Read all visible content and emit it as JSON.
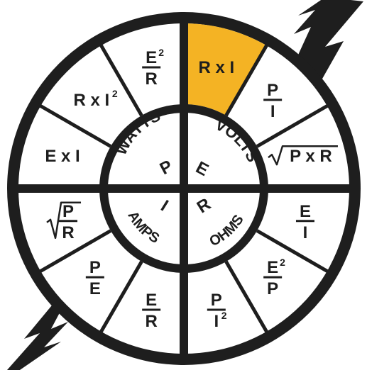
{
  "colors": {
    "ink": "#1e1e1e",
    "highlight": "#F4B324",
    "face": "#ffffff"
  },
  "quadrants": {
    "watts": {
      "word": "WATTS",
      "symbol": "P"
    },
    "volts": {
      "word": "VOLTS",
      "symbol": "E"
    },
    "amps": {
      "word": "AMPS",
      "symbol": "I"
    },
    "ohms": {
      "word": "OHMS",
      "symbol": "R"
    }
  },
  "formulas": [
    {
      "id": "r-times-i",
      "highlighted": true,
      "kind": "plain",
      "text": "R x I"
    },
    {
      "id": "p-over-i",
      "highlighted": false,
      "kind": "frac",
      "num": "P",
      "den": "I"
    },
    {
      "id": "sqrt-p-times-r",
      "highlighted": false,
      "kind": "sqrt",
      "text": "P x R"
    },
    {
      "id": "e-over-i",
      "highlighted": false,
      "kind": "frac",
      "num": "E",
      "den": "I"
    },
    {
      "id": "e2-over-p",
      "highlighted": false,
      "kind": "frac",
      "num": "E",
      "numSup": "2",
      "den": "P"
    },
    {
      "id": "p-over-i2",
      "highlighted": false,
      "kind": "frac",
      "num": "P",
      "den": "I",
      "denSup": "2"
    },
    {
      "id": "e-over-r",
      "highlighted": false,
      "kind": "frac",
      "num": "E",
      "den": "R"
    },
    {
      "id": "p-over-e",
      "highlighted": false,
      "kind": "frac",
      "num": "P",
      "den": "E"
    },
    {
      "id": "sqrt-p-over-r",
      "highlighted": false,
      "kind": "sqrtfrac",
      "num": "P",
      "den": "R"
    },
    {
      "id": "e-times-i",
      "highlighted": false,
      "kind": "plain",
      "text": "E x I"
    },
    {
      "id": "r-times-i2",
      "highlighted": false,
      "kind": "plain",
      "text": "R x I",
      "sup": "2"
    },
    {
      "id": "e2-over-r",
      "highlighted": false,
      "kind": "frac",
      "num": "E",
      "numSup": "2",
      "den": "R"
    }
  ]
}
